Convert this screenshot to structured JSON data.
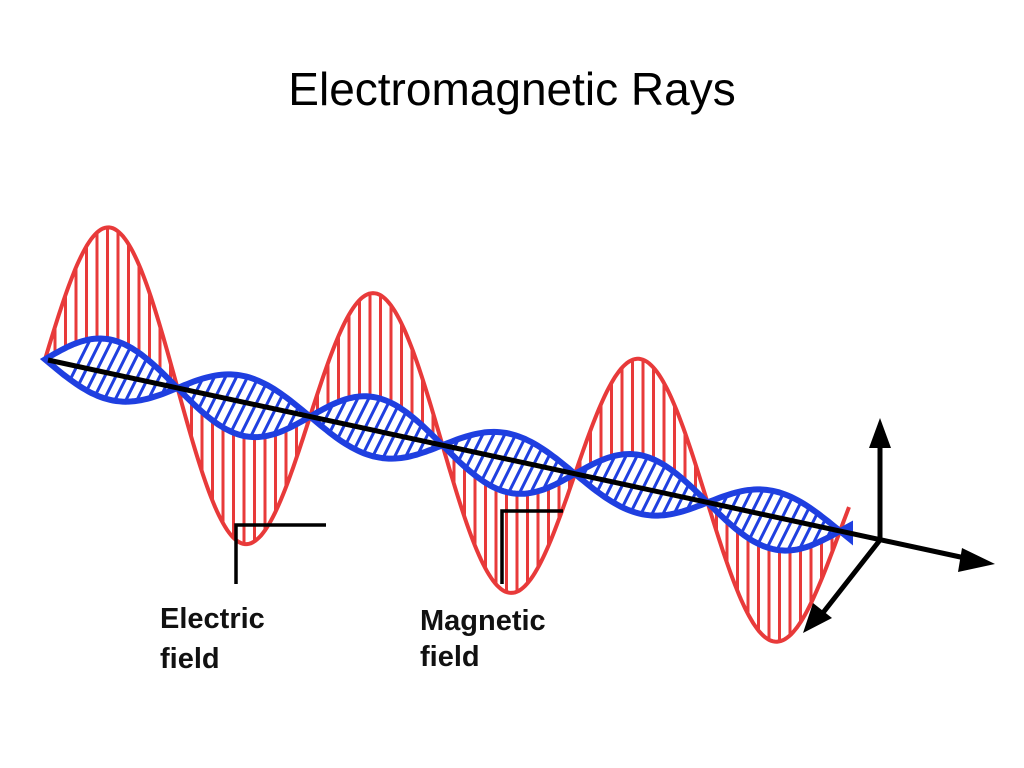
{
  "slide": {
    "title": "Electromagnetic Rays"
  },
  "diagram": {
    "labels": {
      "electric_line1": "Electric",
      "electric_line2": "field",
      "magnetic_line1": "Magnetic",
      "magnetic_line2": "field"
    },
    "colors": {
      "electric_field": "#e83a3a",
      "magnetic_field": "#1f3fe0",
      "axes": "#000000"
    }
  }
}
